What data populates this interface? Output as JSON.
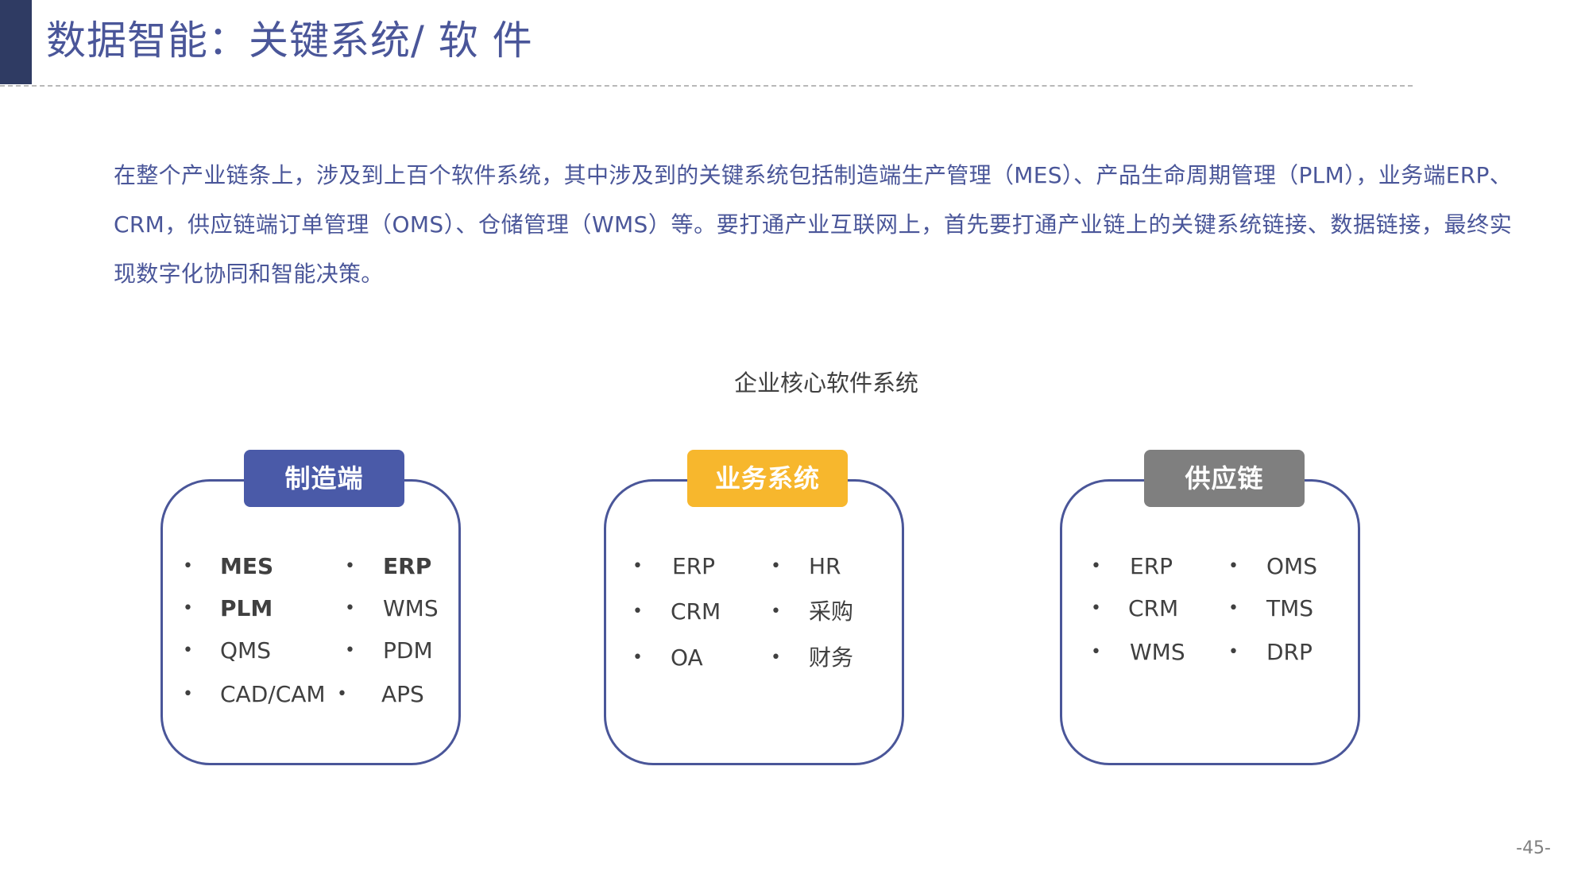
{
  "header": {
    "title": "数据智能：关键系统/ 软 件"
  },
  "intro": {
    "text": "在整个产业链条上，涉及到上百个软件系统，其中涉及到的关键系统包括制造端生产管理（MES）、产品生命周期管理（PLM），业务端ERP、CRM，供应链端订单管理（OMS）、仓储管理（WMS）等。要打通产业互联网上，首先要打通产业链上的关键系统链接、数据链接，最终实现数字化协同和智能决策。"
  },
  "section": {
    "heading": "企业核心软件系统"
  },
  "cards": [
    {
      "title": "制造端",
      "color": "#4a5aa8",
      "left_items": [
        "MES",
        "PLM",
        "QMS",
        "CAD/CAM"
      ],
      "right_items": [
        "ERP",
        "WMS",
        "PDM",
        "APS"
      ]
    },
    {
      "title": "业务系统",
      "color": "#f7b72d",
      "left_items": [
        "ERP",
        "CRM",
        "OA"
      ],
      "right_items": [
        "HR",
        "采购",
        "财务"
      ]
    },
    {
      "title": "供应链",
      "color": "#7f7f7f",
      "left_items": [
        "ERP",
        "CRM",
        "WMS"
      ],
      "right_items": [
        "OMS",
        "TMS",
        "DRP"
      ]
    }
  ],
  "bullet_glyph": "•",
  "footer": {
    "page_number": "-45-"
  }
}
